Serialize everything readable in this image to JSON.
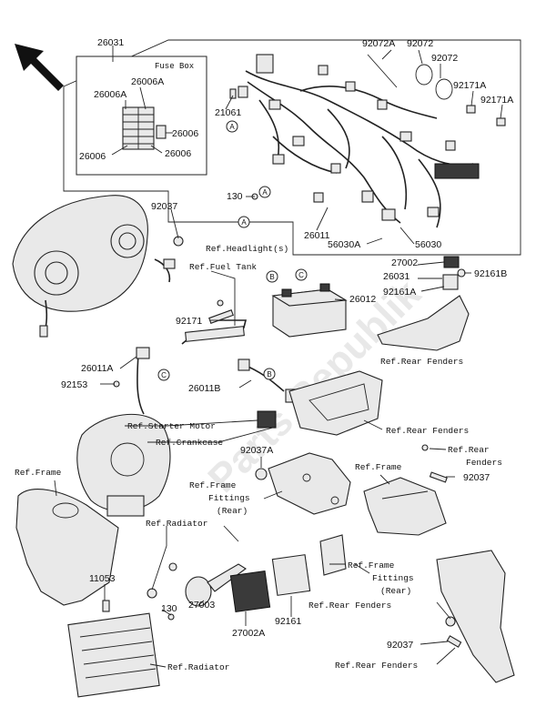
{
  "labels": {
    "p26031_top": "26031",
    "fuse_box_title": "Fuse Box",
    "p26006A_a": "26006A",
    "p26006A_b": "26006A",
    "p26006_r1": "26006",
    "p26006_l": "26006",
    "p26006_r2": "26006",
    "p92072A": "92072A",
    "p92072_a": "92072",
    "p92072_b": "92072",
    "p92171A_a": "92171A",
    "p92171A_b": "92171A",
    "p21061": "21061",
    "p130_a": "130",
    "p26011": "26011",
    "p56030A": "56030A",
    "p56030": "56030",
    "p92037_a": "92037",
    "ref_headlight": "Ref.Headlight(s)",
    "ref_fuel_tank": "Ref.Fuel Tank",
    "p92171": "92171",
    "p26012": "26012",
    "p27002": "27002",
    "p26031_b": "26031",
    "p92161B": "92161B",
    "p92161A": "92161A",
    "ref_rear_fenders_1": "Ref.Rear Fenders",
    "p26011A": "26011A",
    "p92153": "92153",
    "p26011B": "26011B",
    "ref_starter_motor": "Ref.Starter Motor",
    "ref_crankcase": "Ref.Crankcase",
    "ref_rear_fenders_2": "Ref.Rear Fenders",
    "p92037A": "92037A",
    "ref_rear_fenders_3a": "Ref.Rear",
    "ref_rear_fenders_3b": "Fenders",
    "p92037_b": "92037",
    "ref_frame_1": "Ref.Frame",
    "ref_frame_fittings_1a": "Ref.Frame",
    "ref_frame_fittings_1b": "Fittings",
    "ref_frame_fittings_1c": "(Rear)",
    "ref_frame_2": "Ref.Frame",
    "ref_radiator_1": "Ref.Radiator",
    "p11053": "11053",
    "p130_b": "130",
    "p27003": "27003",
    "p27002A": "27002A",
    "p92161": "92161",
    "ref_frame_fittings_2a": "Ref.Frame",
    "ref_frame_fittings_2b": "Fittings",
    "ref_frame_fittings_2c": "(Rear)",
    "ref_rear_fenders_4": "Ref.Rear Fenders",
    "p92037_c": "92037",
    "ref_rear_fenders_5": "Ref.Rear Fenders",
    "ref_radiator_2": "Ref.Radiator"
  },
  "callouts": {
    "A1": "A",
    "A2": "A",
    "A3": "A",
    "B1": "B",
    "B2": "B",
    "C1": "C",
    "C2": "C"
  },
  "watermark": "Parts Republik",
  "colors": {
    "line": "#222222",
    "fill": "#e9e9e9",
    "dark": "#3a3a3a"
  }
}
